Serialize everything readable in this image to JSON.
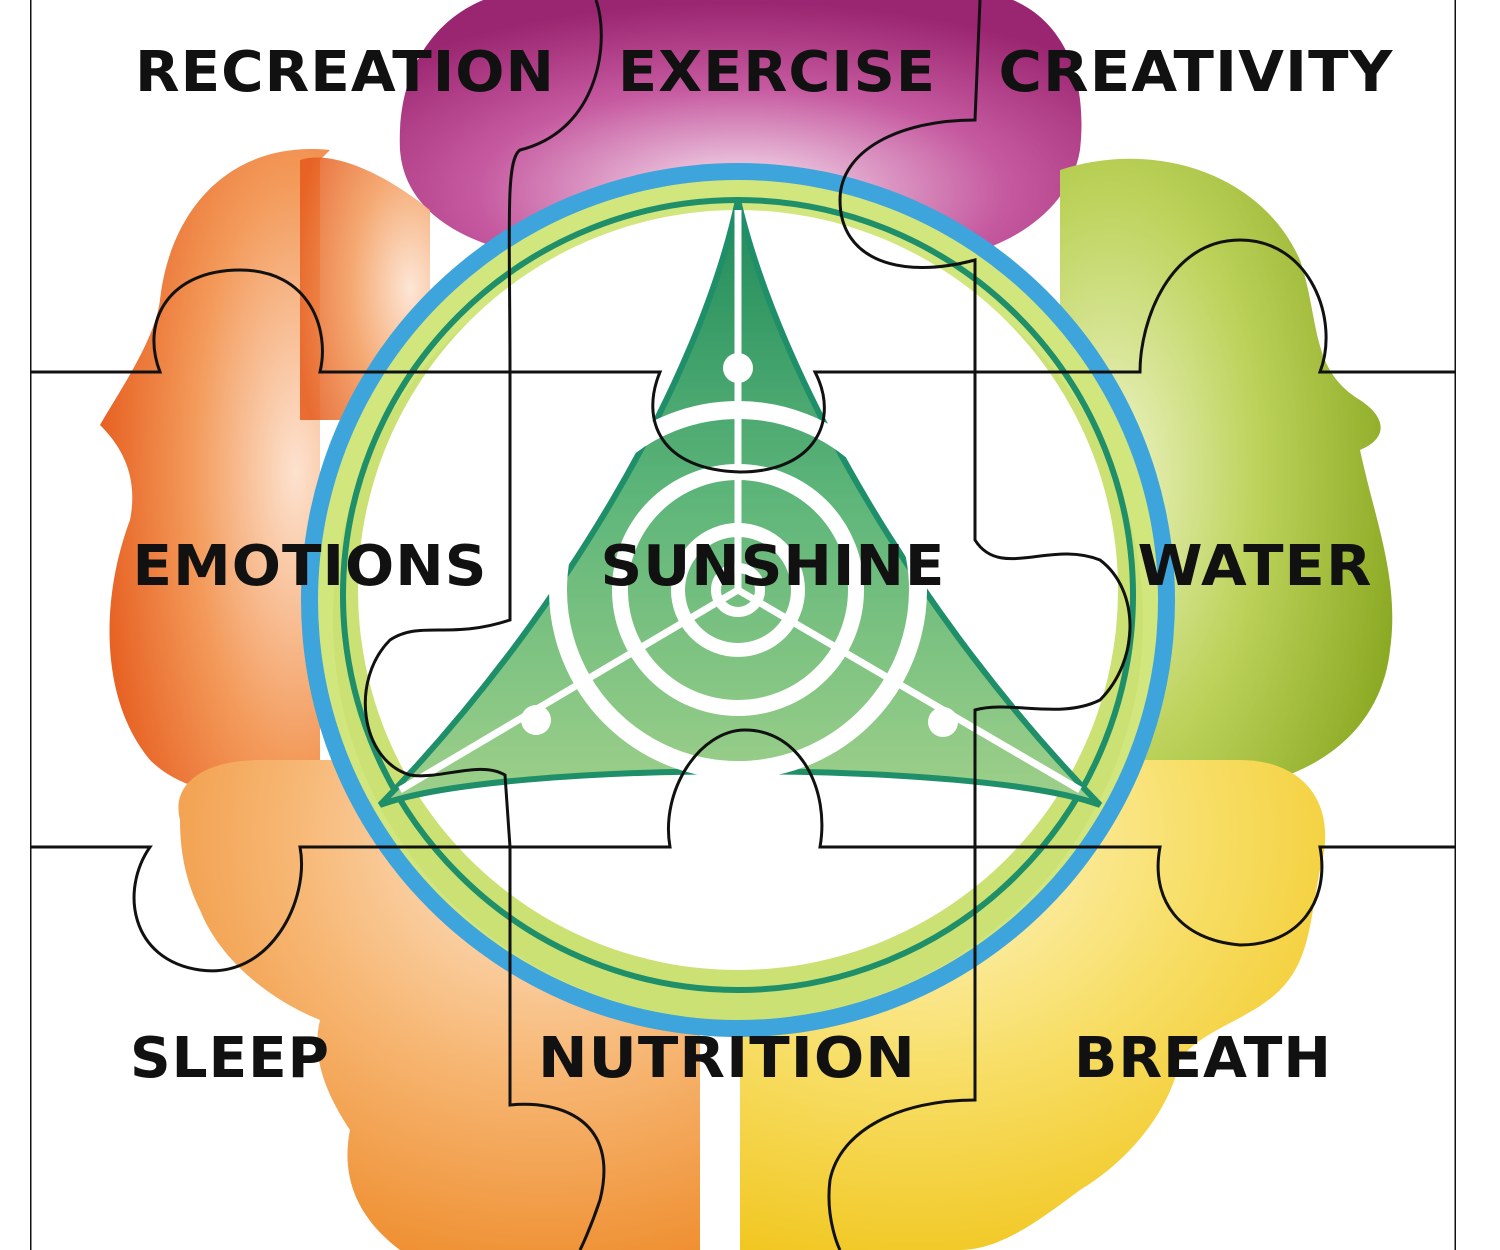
{
  "puzzle": {
    "pieces": [
      {
        "label": "RECREATION"
      },
      {
        "label": "EXERCISE"
      },
      {
        "label": "CREATIVITY"
      },
      {
        "label": "EMOTIONS"
      },
      {
        "label": "SUNSHINE"
      },
      {
        "label": "WATER"
      },
      {
        "label": "SLEEP"
      },
      {
        "label": "NUTRITION"
      },
      {
        "label": "BREATH"
      }
    ]
  },
  "colors": {
    "exercise_petal": "#a8307c",
    "recreation_petal": "#ec6a2a",
    "creativity_petal": "#95b22c",
    "sleep_petal": "#f29a3c",
    "breath_petal": "#f0c81e",
    "outer_ring": "#3ea4dc",
    "inner_ring": "#c8e070",
    "triangle_green": "#2e9a6a",
    "outline": "#111111"
  }
}
